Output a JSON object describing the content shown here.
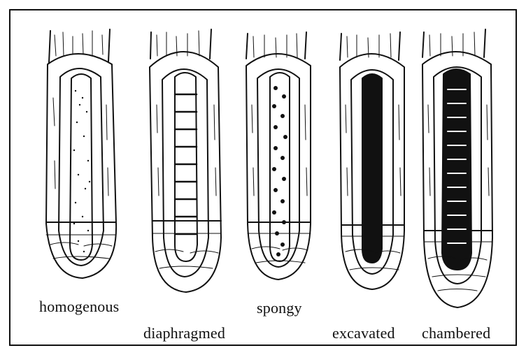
{
  "labels": {
    "homogenous": "homogenous",
    "diaphragmed": "diaphragmed",
    "spongy": "spongy",
    "excavated": "excavated",
    "chambered": "chambered"
  },
  "colors": {
    "ink": "#111111",
    "paper": "#ffffff"
  }
}
